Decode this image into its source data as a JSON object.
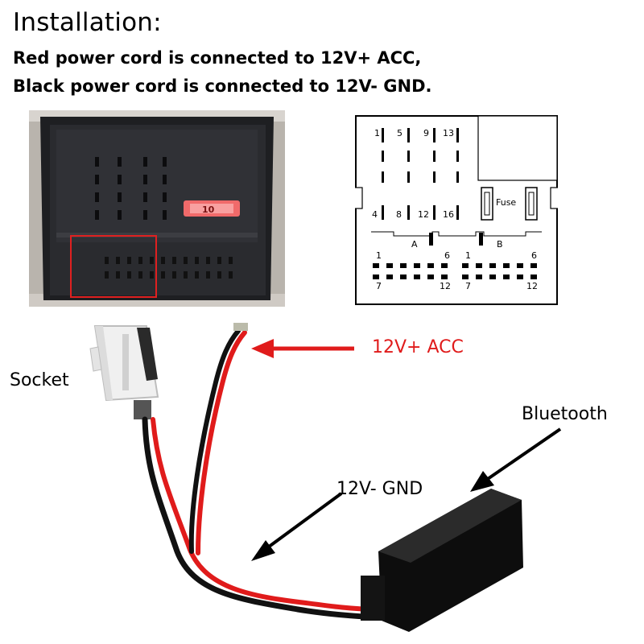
{
  "header": {
    "title": "Installation:",
    "line1": "Red power cord is connected to 12V+ ACC,",
    "line2": "Black power cord is connected to 12V- GND."
  },
  "pinout": {
    "top_row_labels": [
      "1",
      "5",
      "9",
      "13"
    ],
    "bottom_row_labels": [
      "4",
      "8",
      "12",
      "16"
    ],
    "fuse_label": "Fuse",
    "fuse_photo_text": "10",
    "block_a": "A",
    "block_b": "B",
    "a_start": "1",
    "a_end": "6",
    "a_start2": "7",
    "a_end2": "12",
    "b_start": "1",
    "b_end": "6",
    "b_start2": "7",
    "b_end2": "12"
  },
  "labels": {
    "socket": "Socket",
    "bluetooth": "Bluetooth",
    "gnd": "12V- GND",
    "acc": "12V+ ACC"
  },
  "colors": {
    "red_wire": "#e01b1b",
    "black_wire": "#111111",
    "fuse": "#f06a6a",
    "highlight_box": "#e02020"
  }
}
